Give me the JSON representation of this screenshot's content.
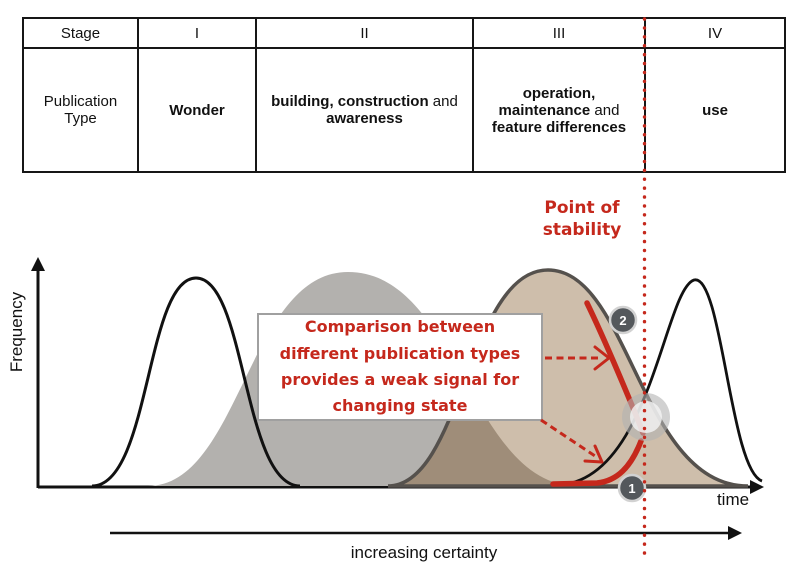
{
  "table": {
    "corner_label": "Stage",
    "stage_headers": [
      "I",
      "II",
      "III",
      "IV"
    ],
    "row_label": "Publication Type",
    "cells": {
      "stage_i": "Wonder",
      "stage_ii": {
        "bold_a": "building, construction",
        "normal": " and ",
        "bold_b": "awareness"
      },
      "stage_iii": {
        "bold_a": "operation, maintenance",
        "normal": " and ",
        "bold_b": "feature differences"
      },
      "stage_iv": "use"
    }
  },
  "annotations": {
    "point_of_stability": [
      "Point of",
      "stability"
    ],
    "comparison_note": "Comparison between different publication types provides a weak signal for changing state",
    "marker_1": "1",
    "marker_2": "2"
  },
  "axes": {
    "y_label": "Frequency",
    "x_label": "time",
    "certainty_label": "increasing certainty"
  },
  "curves": [
    {
      "stage": "I",
      "fill": "none",
      "outline": "black"
    },
    {
      "stage": "II",
      "fill": "gray",
      "outline": "none"
    },
    {
      "stage": "III",
      "fill": "tan",
      "outline": "dark-gray",
      "highlight": "declining limb marked 2"
    },
    {
      "stage": "IV",
      "fill": "none",
      "outline": "black",
      "highlight": "emerging tail marked 1"
    }
  ],
  "colors": {
    "accent_red": "#c5281c",
    "gray_fill": "#b3b1ae",
    "tan_fill": "rgba(125,85,35,0.38)",
    "curve3_stroke": "#55514d",
    "curve_black": "#111111",
    "axis_black": "#111111",
    "marker_fill": "#54585c",
    "marker_ring": "#d2d2d2",
    "lens_ring": "rgba(178,178,178,0.6)",
    "lens_inner": "rgba(243,243,243,0.82)"
  }
}
